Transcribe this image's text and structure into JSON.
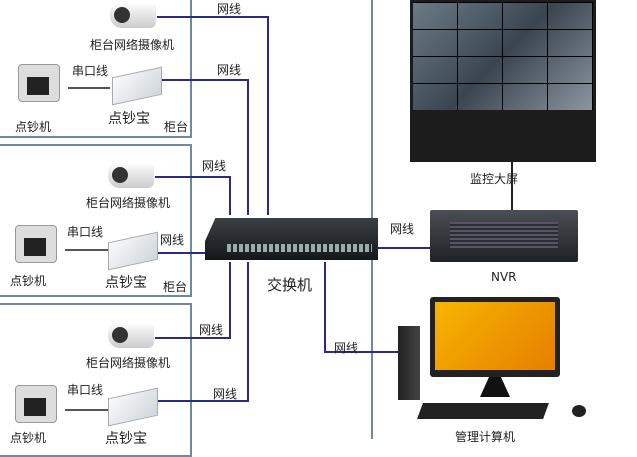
{
  "labels": {
    "camera": "柜台网络摄像机",
    "counter_machine": "点钞机",
    "serial_cable": "串口线",
    "counting_device": "点钞宝",
    "counter": "柜台",
    "network_cable": "网线",
    "switch": "交换机",
    "nvr": "NVR",
    "video_wall": "监控大屏",
    "management_pc": "管理计算机"
  },
  "colors": {
    "wire": "#2a2a8a",
    "border": "#6f8aa0"
  }
}
